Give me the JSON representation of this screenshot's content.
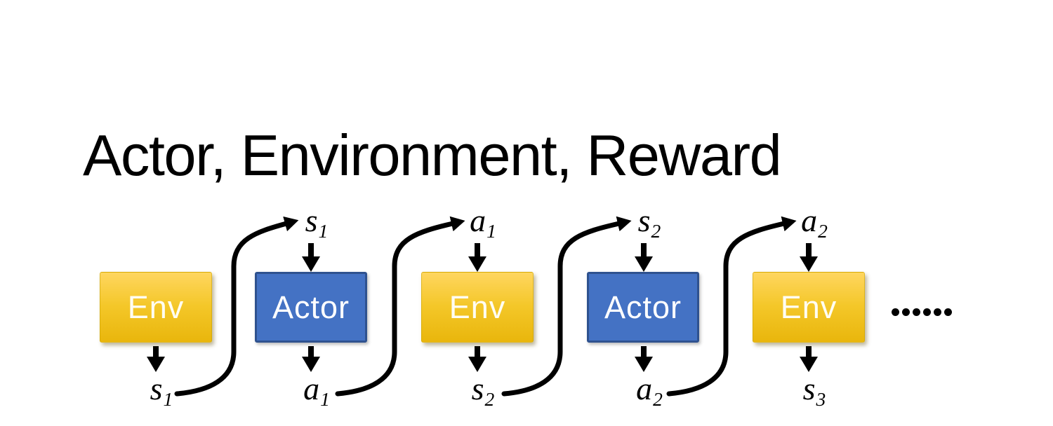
{
  "title": "Actor, Environment, Reward",
  "colors": {
    "ink": "#000000",
    "env_gradient_top": "#FFD65F",
    "env_gradient_bottom": "#E9B60C",
    "env_text": "#FFFDF2",
    "actor_fill": "#4472C4",
    "actor_border": "#2F528F",
    "actor_text": "#FFFFFF"
  },
  "diagram": {
    "boxes": [
      {
        "label": "Env"
      },
      {
        "label": "Actor"
      },
      {
        "label": "Env"
      },
      {
        "label": "Actor"
      },
      {
        "label": "Env"
      }
    ],
    "top_labels": [
      {
        "base": "s",
        "sub": "1"
      },
      {
        "base": "a",
        "sub": "1"
      },
      {
        "base": "s",
        "sub": "2"
      },
      {
        "base": "a",
        "sub": "2"
      }
    ],
    "bottom_labels": [
      {
        "base": "s",
        "sub": "1"
      },
      {
        "base": "a",
        "sub": "1"
      },
      {
        "base": "s",
        "sub": "2"
      },
      {
        "base": "a",
        "sub": "2"
      },
      {
        "base": "s",
        "sub": "3"
      }
    ],
    "ellipsis": "……"
  }
}
